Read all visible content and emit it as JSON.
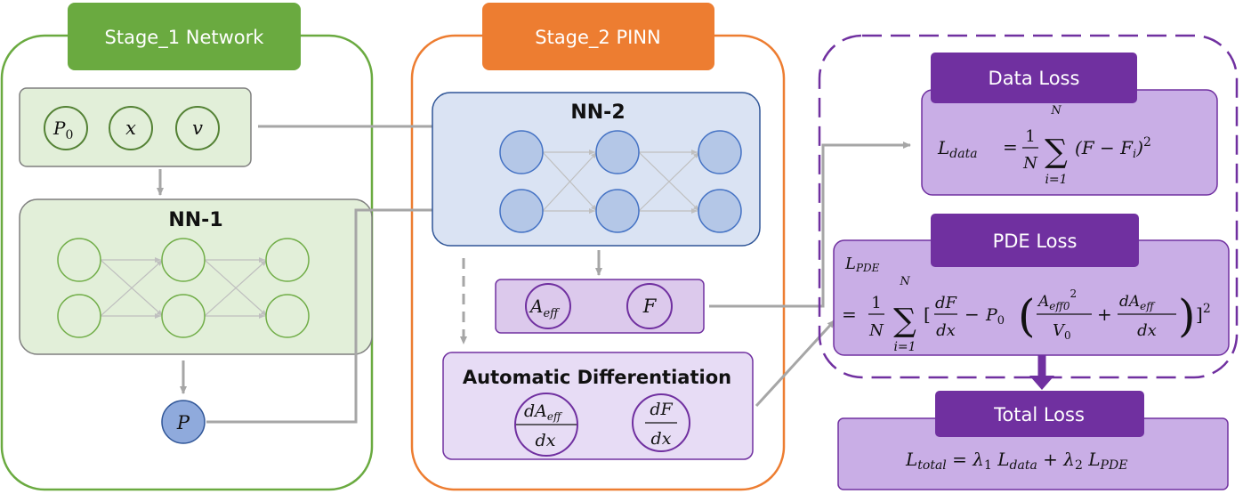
{
  "stage1": {
    "title": "Stage_1 Network"
  },
  "stage2": {
    "title": "Stage_2 PINN"
  },
  "inputs": {
    "p0": "P",
    "p0_sub": "0",
    "x": "x",
    "v": "v"
  },
  "nn1": {
    "title": "NN-1"
  },
  "nn2": {
    "title": "NN-2"
  },
  "p_output": "P",
  "outputs2": {
    "a_eff_main": "A",
    "a_eff_sub": "eff",
    "f": "F"
  },
  "autodiff": {
    "title": "Automatic Differentiation",
    "dA_num": "dA",
    "dA_num_sub": "eff",
    "dA_den": "dx",
    "dF_num": "dF",
    "dF_den": "dx"
  },
  "data_loss": {
    "title": "Data Loss",
    "lhs": "L",
    "lhs_sub": "data",
    "eq": "=",
    "one": "1",
    "N": "N",
    "sigma": "∑",
    "sum_top": "N",
    "sum_bottom": "i=1",
    "term": "(F − F",
    "term_sub": "i",
    "term_close": ")",
    "power": "2"
  },
  "pde_loss": {
    "title": "PDE Loss",
    "lhs": "L",
    "lhs_sub": "PDE",
    "eq": "=",
    "one": "1",
    "N": "N",
    "sigma": "∑",
    "sum_top": "N",
    "sum_bottom": "i=1",
    "bracket_open": "[",
    "dF": "dF",
    "dx": "dx",
    "minus": "−",
    "P0": "P",
    "P0_sub": "0",
    "lparen": "(",
    "rparen": ")",
    "a_num": "A",
    "a_num_sub": "eff0",
    "a_num_pow": "2",
    "V0": "V",
    "V0_sub": "0",
    "plus": "+",
    "dA": "dA",
    "dA_sub": "eff",
    "dx2": "dx",
    "bracket_close": "]",
    "power": "2"
  },
  "total_loss": {
    "title": "Total Loss",
    "lhs": "L",
    "lhs_sub": "total",
    "eq": "=",
    "l1": "λ",
    "l1_sub": "1",
    "Ld": "L",
    "Ld_sub": "data",
    "plus": "+",
    "l2": "λ",
    "l2_sub": "2",
    "Lp": "L",
    "Lp_sub": "PDE"
  },
  "colors": {
    "stage1_green": "#6aaa40",
    "stage1_fill": "#e2efd9",
    "stage2_orange": "#ed7d31",
    "nn2_fill": "#dae3f3",
    "nn2_node": "#b4c7e7",
    "purple": "#7030a0",
    "purple_light": "#dcc9ec",
    "purple_mid": "#c9aee6",
    "arrow_gray": "#a6a6a6"
  }
}
